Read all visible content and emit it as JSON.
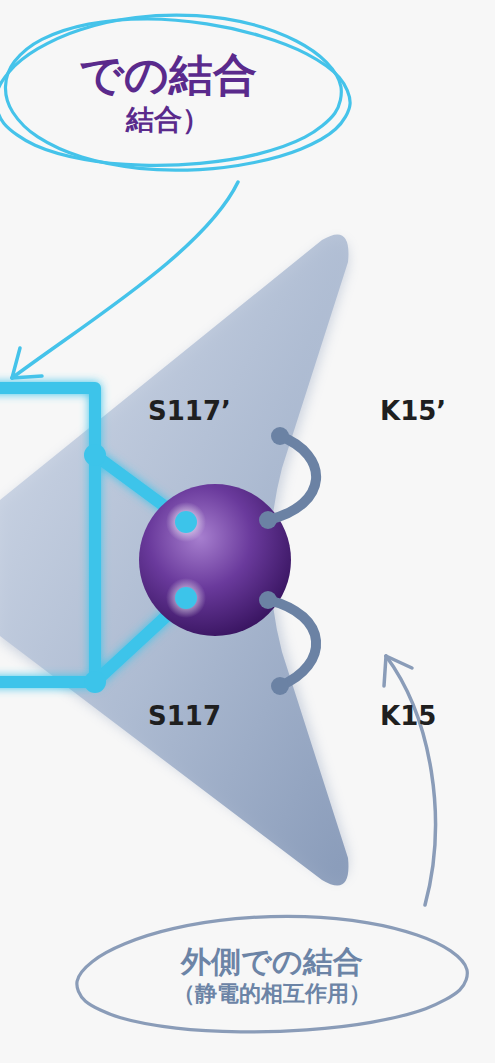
{
  "diagram": {
    "nodes": [
      {
        "text": [
          "での結合",
          "結合）"
        ]
      },
      {
        "text": [
          "外側での結合",
          "（静電的相互作用）"
        ]
      }
    ],
    "labels": [
      "S117’",
      "K15’",
      "S117",
      "K15"
    ]
  }
}
